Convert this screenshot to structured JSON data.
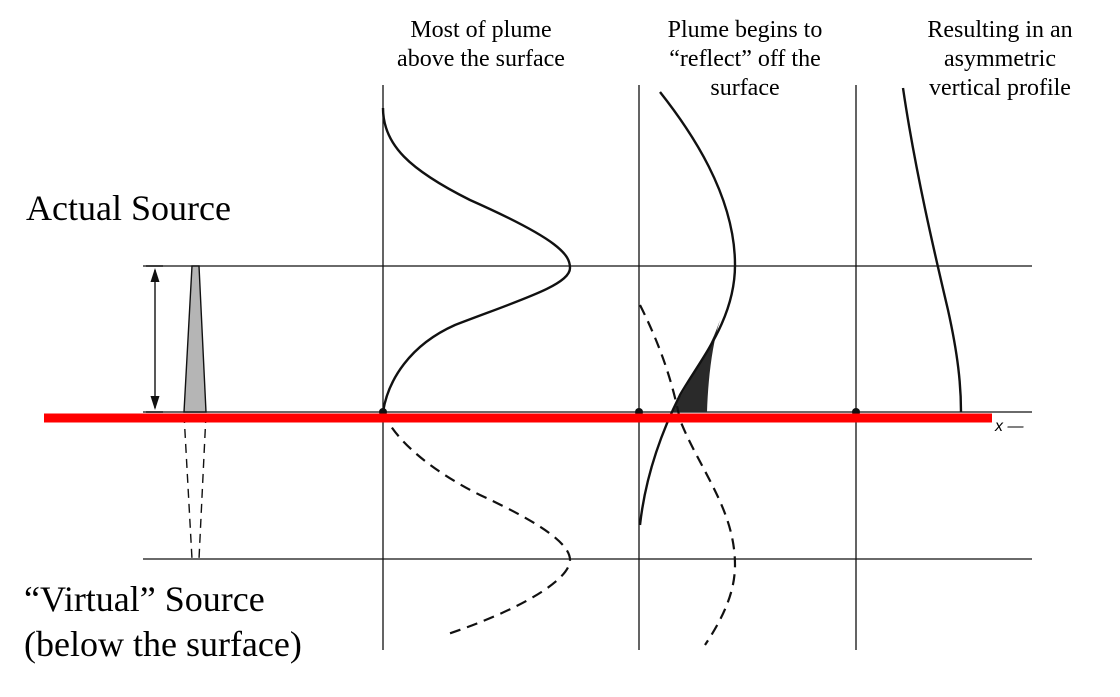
{
  "annotations": {
    "panel1": [
      "Most of plume",
      "above the surface"
    ],
    "panel2": [
      "Plume begins to",
      "“reflect” off the",
      "surface"
    ],
    "panel3": [
      "Resulting in an",
      "asymmetric",
      "vertical profile"
    ],
    "actual_source": "Actual Source",
    "virtual_source": [
      "“Virtual” Source",
      "(below the surface)"
    ],
    "x_axis_label": "x —"
  },
  "colors": {
    "ground_line": "#ff0000",
    "ink": "#111111",
    "source_fill": "#b5b5b5",
    "overlap_fill": "#2a2a2a"
  }
}
